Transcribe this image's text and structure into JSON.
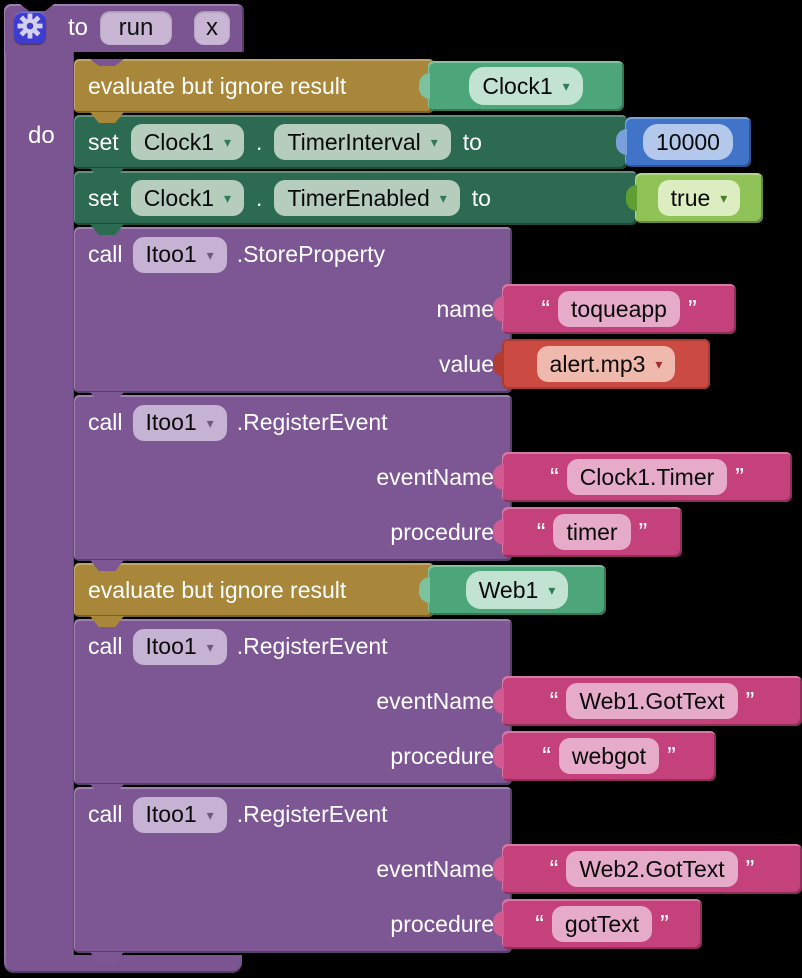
{
  "ui": {
    "arrow": "▾",
    "quote_open": "“",
    "quote_close": "”"
  },
  "colors": {
    "background": "#000000",
    "wrapper_purple": "#7b5591",
    "call_purple": "#7d5794",
    "evaluate_gold": "#a8873a",
    "set_green": "#2c6a51",
    "component_green": "#4ca679",
    "number_blue": "#3f74c8",
    "logic_green": "#8fc257",
    "string_pink": "#c5417c",
    "helper_red": "#cb4a42",
    "gear_blue": "#3d3bd1"
  },
  "procedure": {
    "gear_icon": "gear",
    "to_label": "to",
    "name_value": "run",
    "param_value": "x",
    "do_label": "do"
  },
  "statements": [
    {
      "kind": "evaluate",
      "label": "evaluate but ignore result",
      "component": "Clock1"
    },
    {
      "kind": "set",
      "set": "set",
      "component": "Clock1",
      "dot": ".",
      "property": "TimerInterval",
      "to": "to",
      "number": "10000"
    },
    {
      "kind": "set",
      "set": "set",
      "component": "Clock1",
      "dot": ".",
      "property": "TimerEnabled",
      "to": "to",
      "logic": "true"
    },
    {
      "kind": "call",
      "call": "call",
      "component": "Itoo1",
      "method": ".StoreProperty",
      "args": [
        {
          "label": "name",
          "string": "toqueapp"
        },
        {
          "label": "value",
          "dropdown": "alert.mp3"
        }
      ]
    },
    {
      "kind": "call",
      "call": "call",
      "component": "Itoo1",
      "method": ".RegisterEvent",
      "args": [
        {
          "label": "eventName",
          "string": "Clock1.Timer"
        },
        {
          "label": "procedure",
          "string": "timer"
        }
      ]
    },
    {
      "kind": "evaluate",
      "label": "evaluate but ignore result",
      "component": "Web1"
    },
    {
      "kind": "call",
      "call": "call",
      "component": "Itoo1",
      "method": ".RegisterEvent",
      "args": [
        {
          "label": "eventName",
          "string": "Web1.GotText"
        },
        {
          "label": "procedure",
          "string": "webgot"
        }
      ]
    },
    {
      "kind": "call",
      "call": "call",
      "component": "Itoo1",
      "method": ".RegisterEvent",
      "args": [
        {
          "label": "eventName",
          "string": "Web2.GotText"
        },
        {
          "label": "procedure",
          "string": "gotText"
        }
      ]
    }
  ]
}
